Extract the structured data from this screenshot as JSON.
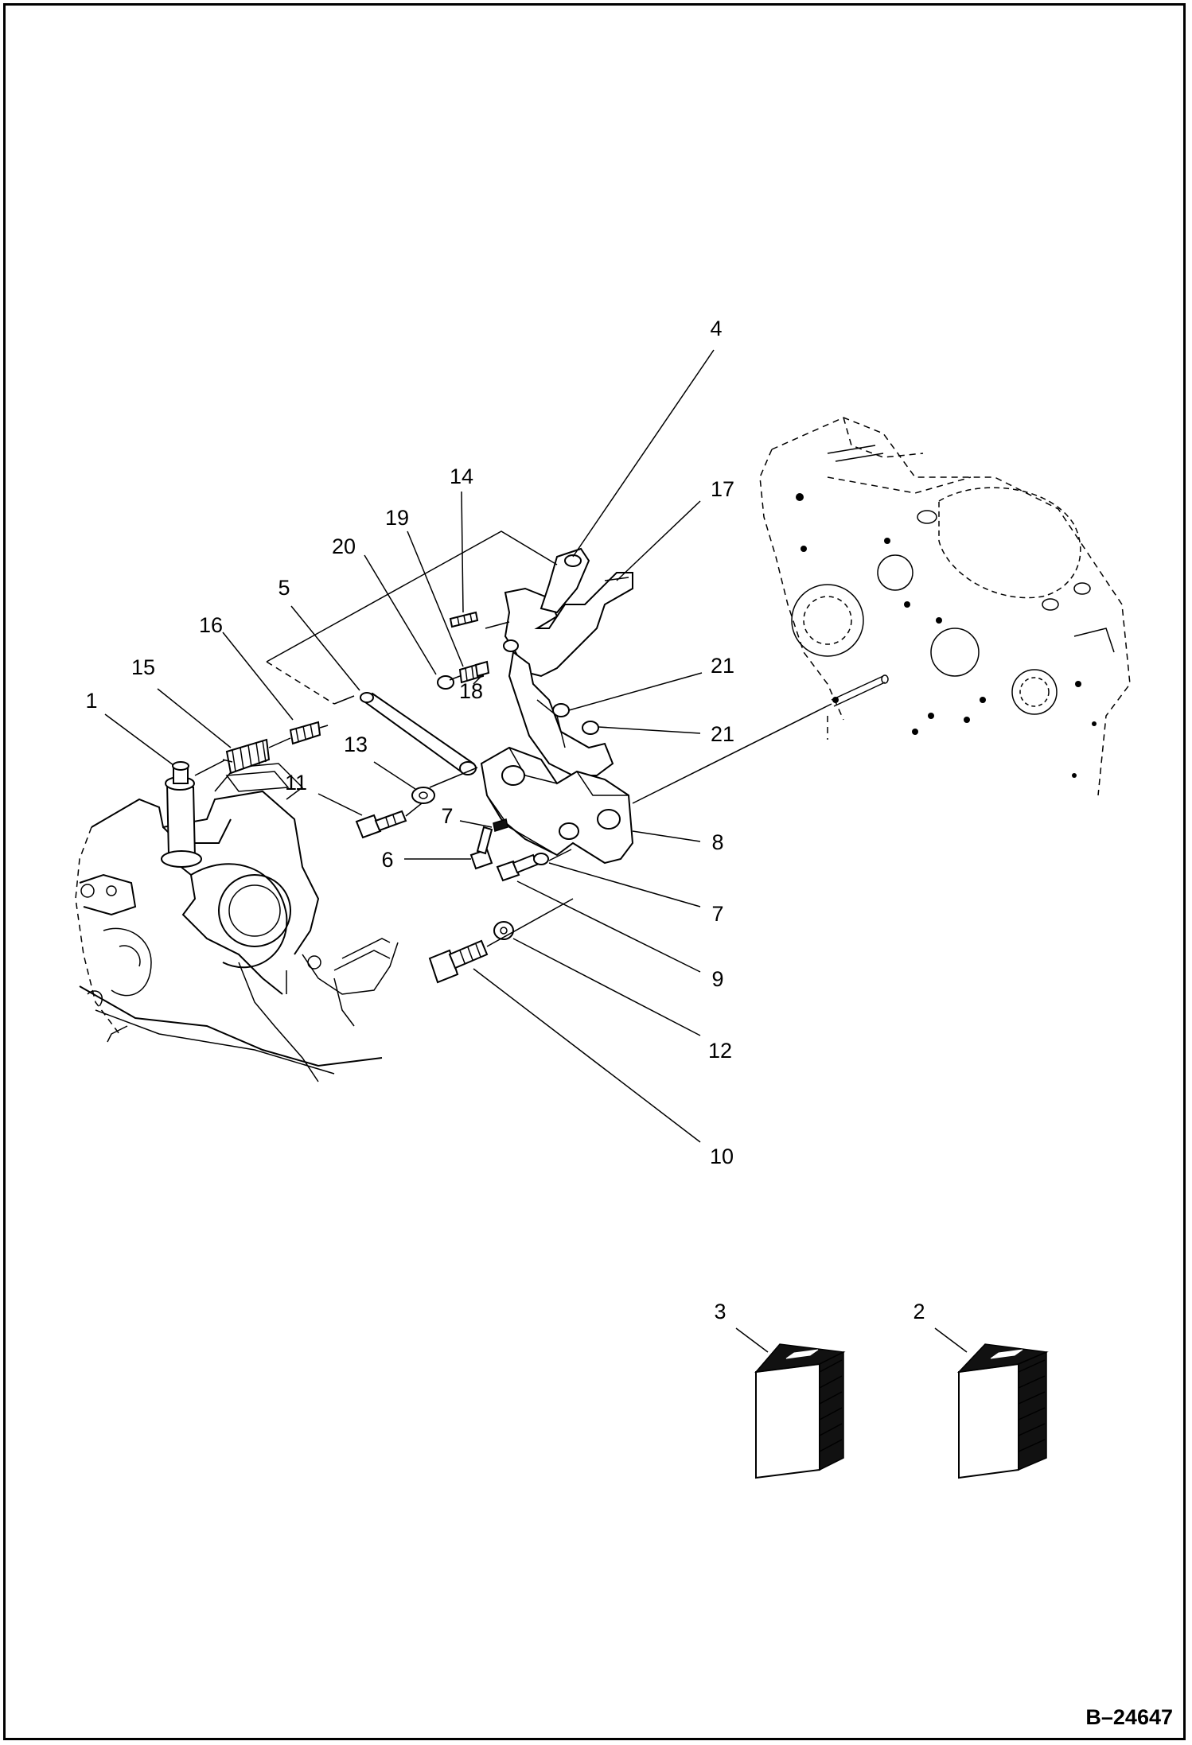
{
  "callouts": [
    {
      "label": "1"
    },
    {
      "label": "2"
    },
    {
      "label": "3"
    },
    {
      "label": "4"
    },
    {
      "label": "5"
    },
    {
      "label": "6"
    },
    {
      "label": "7"
    },
    {
      "label": "7"
    },
    {
      "label": "8"
    },
    {
      "label": "9"
    },
    {
      "label": "10"
    },
    {
      "label": "11"
    },
    {
      "label": "12"
    },
    {
      "label": "13"
    },
    {
      "label": "14"
    },
    {
      "label": "15"
    },
    {
      "label": "16"
    },
    {
      "label": "17"
    },
    {
      "label": "18"
    },
    {
      "label": "19"
    },
    {
      "label": "20"
    },
    {
      "label": "21"
    },
    {
      "label": "21"
    }
  ],
  "drawing_ref": "B–24647"
}
